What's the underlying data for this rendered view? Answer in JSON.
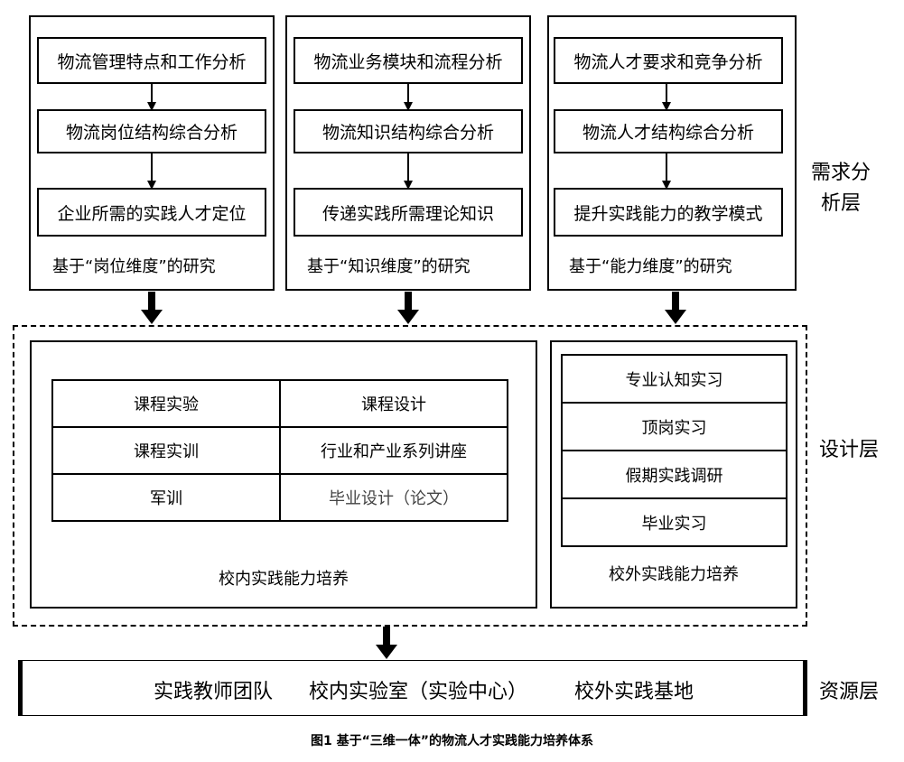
{
  "demand_layer": {
    "label": "需求分析层",
    "columns": [
      {
        "steps": [
          "物流管理特点和工作分析",
          "物流岗位结构综合分析",
          "企业所需的实践人才定位"
        ],
        "dimension": "基于“岗位维度”的研究"
      },
      {
        "steps": [
          "物流业务模块和流程分析",
          "物流知识结构综合分析",
          "传递实践所需理论知识"
        ],
        "dimension": "基于“知识维度”的研究"
      },
      {
        "steps": [
          "物流人才要求和竞争分析",
          "物流人才结构综合分析",
          "提升实践能力的教学模式"
        ],
        "dimension": "基于“能力维度”的研究"
      }
    ]
  },
  "design_layer": {
    "label": "设计层",
    "campus": {
      "title": "校内实践能力培养",
      "grid": [
        [
          "课程实验",
          "课程设计"
        ],
        [
          "课程实训",
          "行业和产业系列讲座"
        ],
        [
          "军训",
          "毕业设计（论文）"
        ]
      ]
    },
    "offcampus": {
      "title": "校外实践能力培养",
      "items": [
        "专业认知实习",
        "顶岗实习",
        "假期实践调研",
        "毕业实习"
      ]
    }
  },
  "resource_layer": {
    "label": "资源层",
    "items": [
      "实践教师团队",
      "校内实验室（实验中心）",
      "校外实践基地"
    ]
  },
  "caption": "图1 基于“三维一体”的物流人才实践能力培养体系"
}
